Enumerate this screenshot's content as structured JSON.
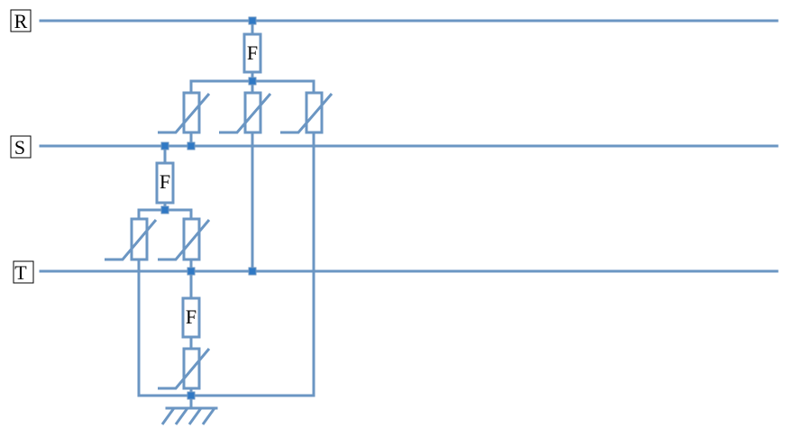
{
  "diagram": {
    "phase_labels": {
      "r": "R",
      "s": "S",
      "t": "T"
    },
    "fuse_label": "F",
    "colors": {
      "wire": "#6b96c3",
      "node": "#2f78c4",
      "label_border": "#000000",
      "background": "#ffffff"
    }
  }
}
